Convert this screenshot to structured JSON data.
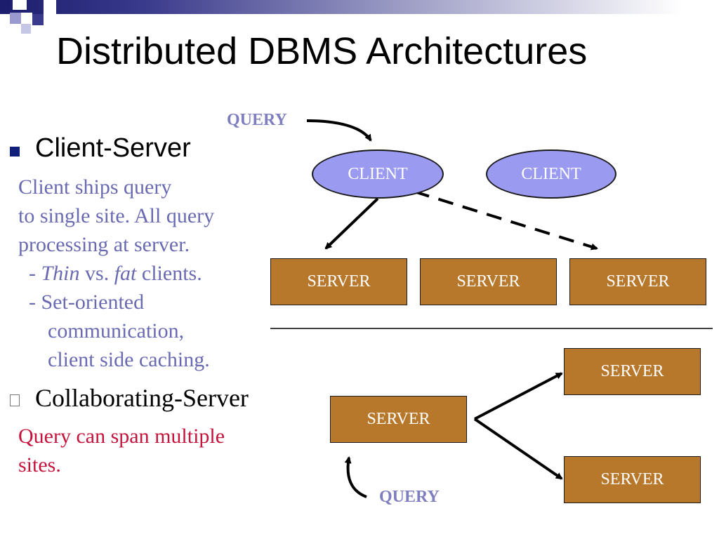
{
  "title": "Distributed DBMS Architectures",
  "client_server": {
    "heading": "Client-Server",
    "lines": {
      "l1": "Client ships query",
      "l2": "to single site.  All query",
      "l3": "processing at server.",
      "l4_prefix": "  - ",
      "l4_thin": "Thin",
      "l4_mid": " vs. ",
      "l4_fat": "fat",
      "l4_suffix": " clients.",
      "l5": "  - Set-oriented",
      "l6": "communication,",
      "l7": "client side caching."
    }
  },
  "collaborating_server": {
    "heading": "Collaborating-Server",
    "desc_l1": "Query can span multiple",
    "desc_l2": "sites."
  },
  "diagram_top": {
    "query_label": "QUERY",
    "clients": [
      "CLIENT",
      "CLIENT"
    ],
    "servers": [
      "SERVER",
      "SERVER",
      "SERVER"
    ]
  },
  "diagram_bottom": {
    "query_label": "QUERY",
    "source_server": "SERVER",
    "target_servers": [
      "SERVER",
      "SERVER"
    ]
  },
  "colors": {
    "accent_navy": "#0f1f7a",
    "body_text": "#6a6ab3",
    "collab_text": "#c4143c",
    "client_fill": "#9a9af0",
    "server_fill": "#b8782c",
    "query_label": "#7f7fbf"
  }
}
